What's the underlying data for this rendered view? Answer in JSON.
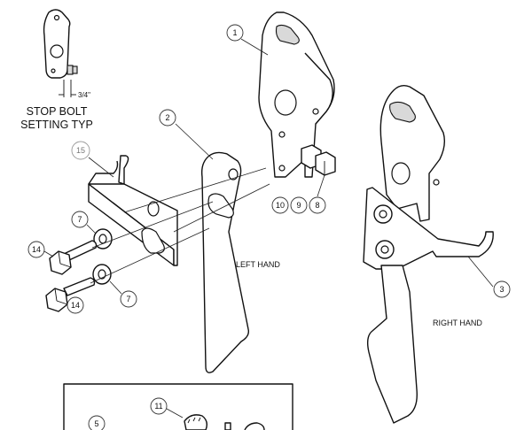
{
  "detail": {
    "caption_line1": "STOP BOLT",
    "caption_line2": "SETTING TYP",
    "dimension": "3/4\""
  },
  "labels": {
    "left_hand": "LEFT HAND",
    "right_hand": "RIGHT HAND"
  },
  "balloons": {
    "b1": "1",
    "b2": "2",
    "b3": "3",
    "b15": "15",
    "b7_top": "7",
    "b7_bottom": "7",
    "b14_top": "14",
    "b14_bottom": "14",
    "b10": "10",
    "b9": "9",
    "b8": "8",
    "b5": "5",
    "b11": "11"
  }
}
